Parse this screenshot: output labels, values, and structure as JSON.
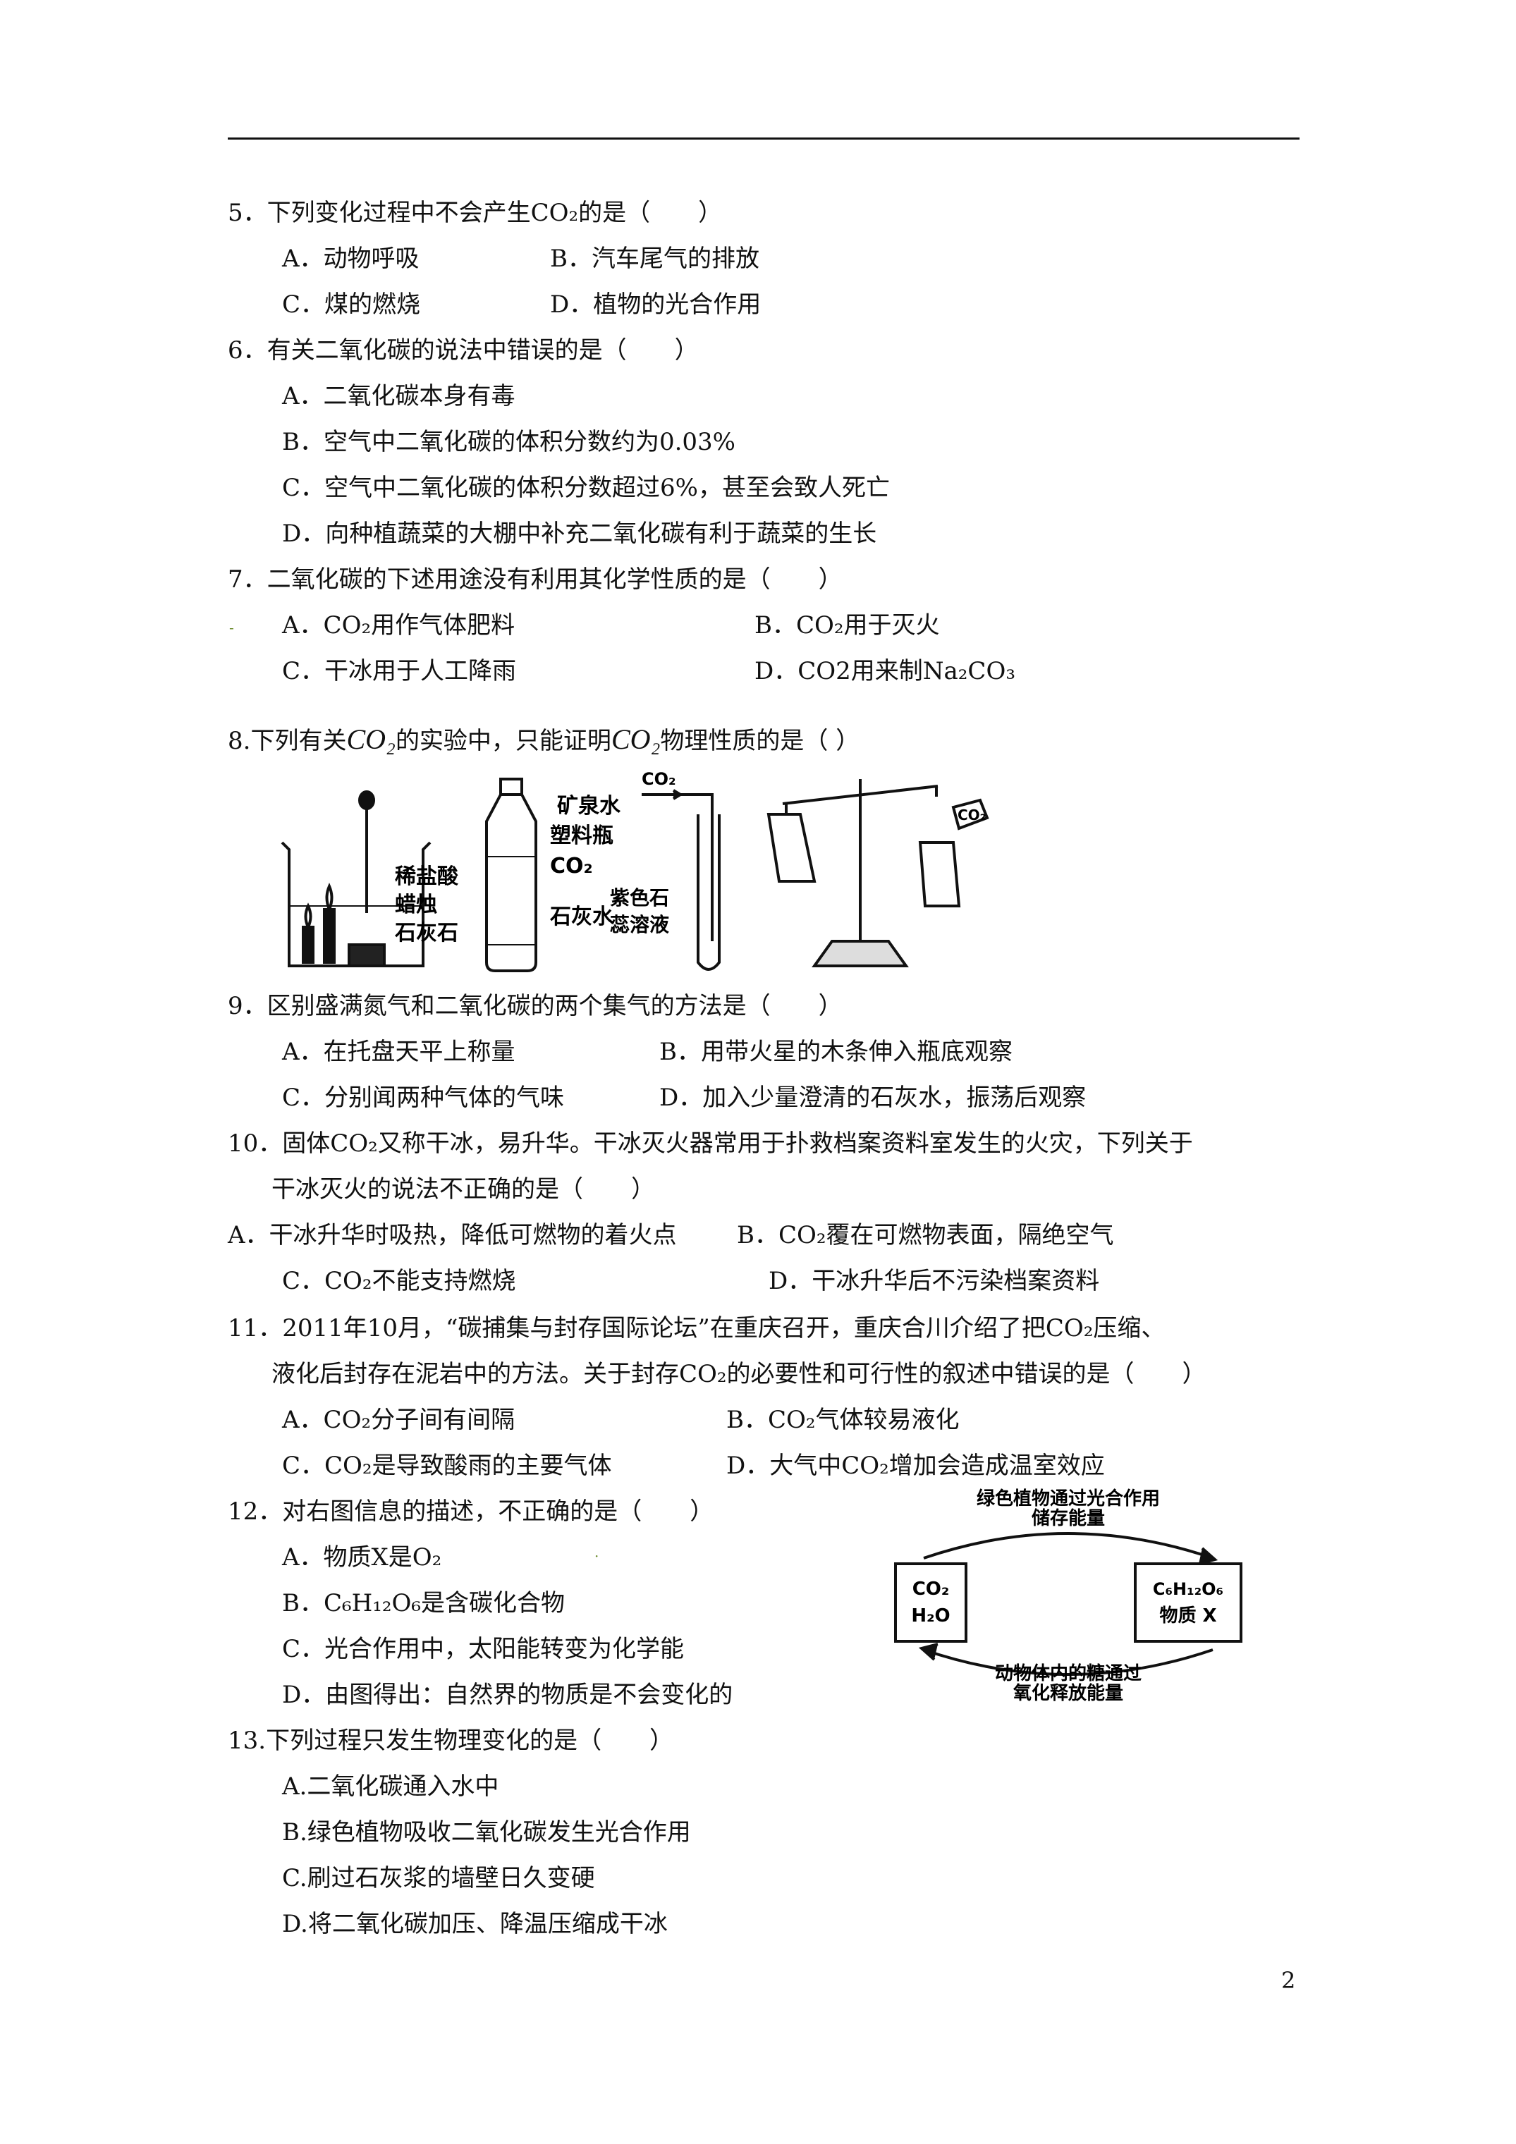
{
  "page_number": "2",
  "q5": {
    "stem": "5．下列变化过程中不会产生CO₂的是（　　）",
    "a": "A．动物呼吸",
    "b": "B．汽车尾气的排放",
    "c": "C．煤的燃烧",
    "d": "D．植物的光合作用"
  },
  "q6": {
    "stem": "6．有关二氧化碳的说法中错误的是（　　）",
    "a": "A．二氧化碳本身有毒",
    "b": "B．空气中二氧化碳的体积分数约为0.03%",
    "c": "C．空气中二氧化碳的体积分数超过6%，甚至会致人死亡",
    "d": "D．向种植蔬菜的大棚中补充二氧化碳有利于蔬菜的生长"
  },
  "q7": {
    "stem": "7．二氧化碳的下述用途没有利用其化学性质的是（　　）",
    "a": "A．CO₂用作气体肥料",
    "b": "B．CO₂用于灭火",
    "c": "C．干冰用于人工降雨",
    "d": "D．CO2用来制Na₂CO₃"
  },
  "q8": {
    "stem_part1": "8.下列有关",
    "co2": "CO₂",
    "stem_part2": "的实验中，只能证明",
    "stem_part3": "物理性质的是（ ）",
    "fig_labels": {
      "acid": "稀盐酸",
      "candle": "蜡烛",
      "limestone": "石灰石",
      "mineral_water": "矿泉水",
      "plastic_bottle": "塑料瓶",
      "co2": "CO₂",
      "limewater": "石灰水",
      "co2_arrow": "CO₂",
      "litmus1": "紫色石",
      "litmus2": "蕊溶液",
      "bag_co2": "CO₂"
    }
  },
  "q9": {
    "stem": "9．区别盛满氮气和二氧化碳的两个集气的方法是（　　）",
    "a": "A．在托盘天平上称量",
    "b": "B．用带火星的木条伸入瓶底观察",
    "c": "C．分别闻两种气体的气味",
    "d": "D．加入少量澄清的石灰水，振荡后观察"
  },
  "q10": {
    "stem1": "10．固体CO₂又称干冰，易升华。干冰灭火器常用于扑救档案资料室发生的火灾，下列关于",
    "stem2": "干冰灭火的说法不正确的是（　　）",
    "a": "A．干冰升华时吸热，降低可燃物的着火点",
    "b": "B．CO₂覆在可燃物表面，隔绝空气",
    "c": "C．CO₂不能支持燃烧",
    "d": "D．干冰升华后不污染档案资料"
  },
  "q11": {
    "stem1": "11．2011年10月，“碳捕集与封存国际论坛”在重庆召开，重庆合川介绍了把CO₂压缩、",
    "stem2": "液化后封存在泥岩中的方法。关于封存CO₂的必要性和可行性的叙述中错误的是（　　）",
    "a": "A．CO₂分子间有间隔",
    "b": "B．CO₂气体较易液化",
    "c": "C．CO₂是导致酸雨的主要气体",
    "d": "D．大气中CO₂增加会造成温室效应"
  },
  "q12": {
    "stem": "12．对右图信息的描述，不正确的是（　　）",
    "a": "A．物质X是O₂",
    "b": "B．C₆H₁₂O₆是含碳化合物",
    "c": "C．光合作用中，太阳能转变为化学能",
    "d": "D．由图得出：自然界的物质是不会变化的",
    "fig": {
      "top1": "绿色植物通过光合作用",
      "top2": "储存能量",
      "left1": "CO₂",
      "left2": "H₂O",
      "right1": "C₆H₁₂O₆",
      "right2": "物质 X",
      "bottom1": "动物体内的糖通过",
      "bottom2": "氧化释放能量"
    }
  },
  "q13": {
    "stem": "13.下列过程只发生物理变化的是（　　）",
    "a": "A.二氧化碳通入水中",
    "b": "B.绿色植物吸收二氧化碳发生光合作用",
    "c": "C.刷过石灰浆的墙壁日久变硬",
    "d": "D.将二氧化碳加压、降温压缩成干冰"
  }
}
